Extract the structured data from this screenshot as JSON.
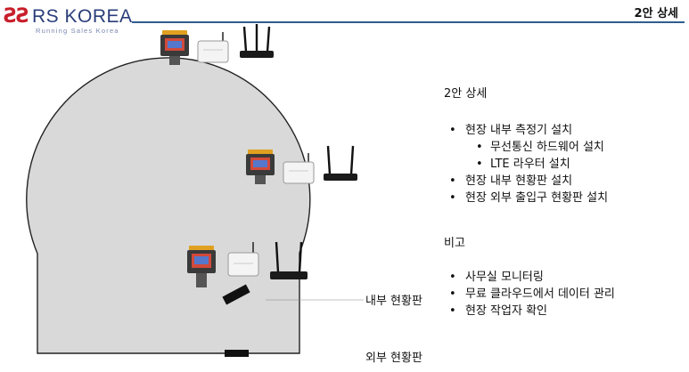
{
  "header": {
    "logo_mark": "ƧƧ",
    "logo_text": "RS KOREA",
    "logo_subtext": "Running Sales Korea",
    "slide_title": "2안 상세"
  },
  "panel": {
    "title": "2안 상세",
    "items": [
      {
        "level": 1,
        "text": "현장 내부 측정기 설치"
      },
      {
        "level": 2,
        "text": "무선통신 하드웨어 설치"
      },
      {
        "level": 2,
        "text": "LTE 라우터 설치"
      },
      {
        "level": 1,
        "text": "현장 내부 현황판 설치"
      },
      {
        "level": 1,
        "text": "현장 외부 출입구 현황판 설치"
      }
    ],
    "note_title": "비고",
    "notes": [
      "사무실 모니터링",
      "무료 클라우드에서 데이터 관리",
      "현장 작업자 확인"
    ]
  },
  "callouts": {
    "inner_board": "내부 현황판",
    "outer_board": "외부 현황판"
  },
  "icons": [
    "gas-detector-icon",
    "wireless-access-point-icon",
    "lte-router-icon"
  ],
  "colors": {
    "floor": "#d9d9d9",
    "outline": "#222222",
    "header_line": "#2f5e8e",
    "logo_red": "#c81e2a",
    "logo_blue": "#2a3d7a"
  }
}
